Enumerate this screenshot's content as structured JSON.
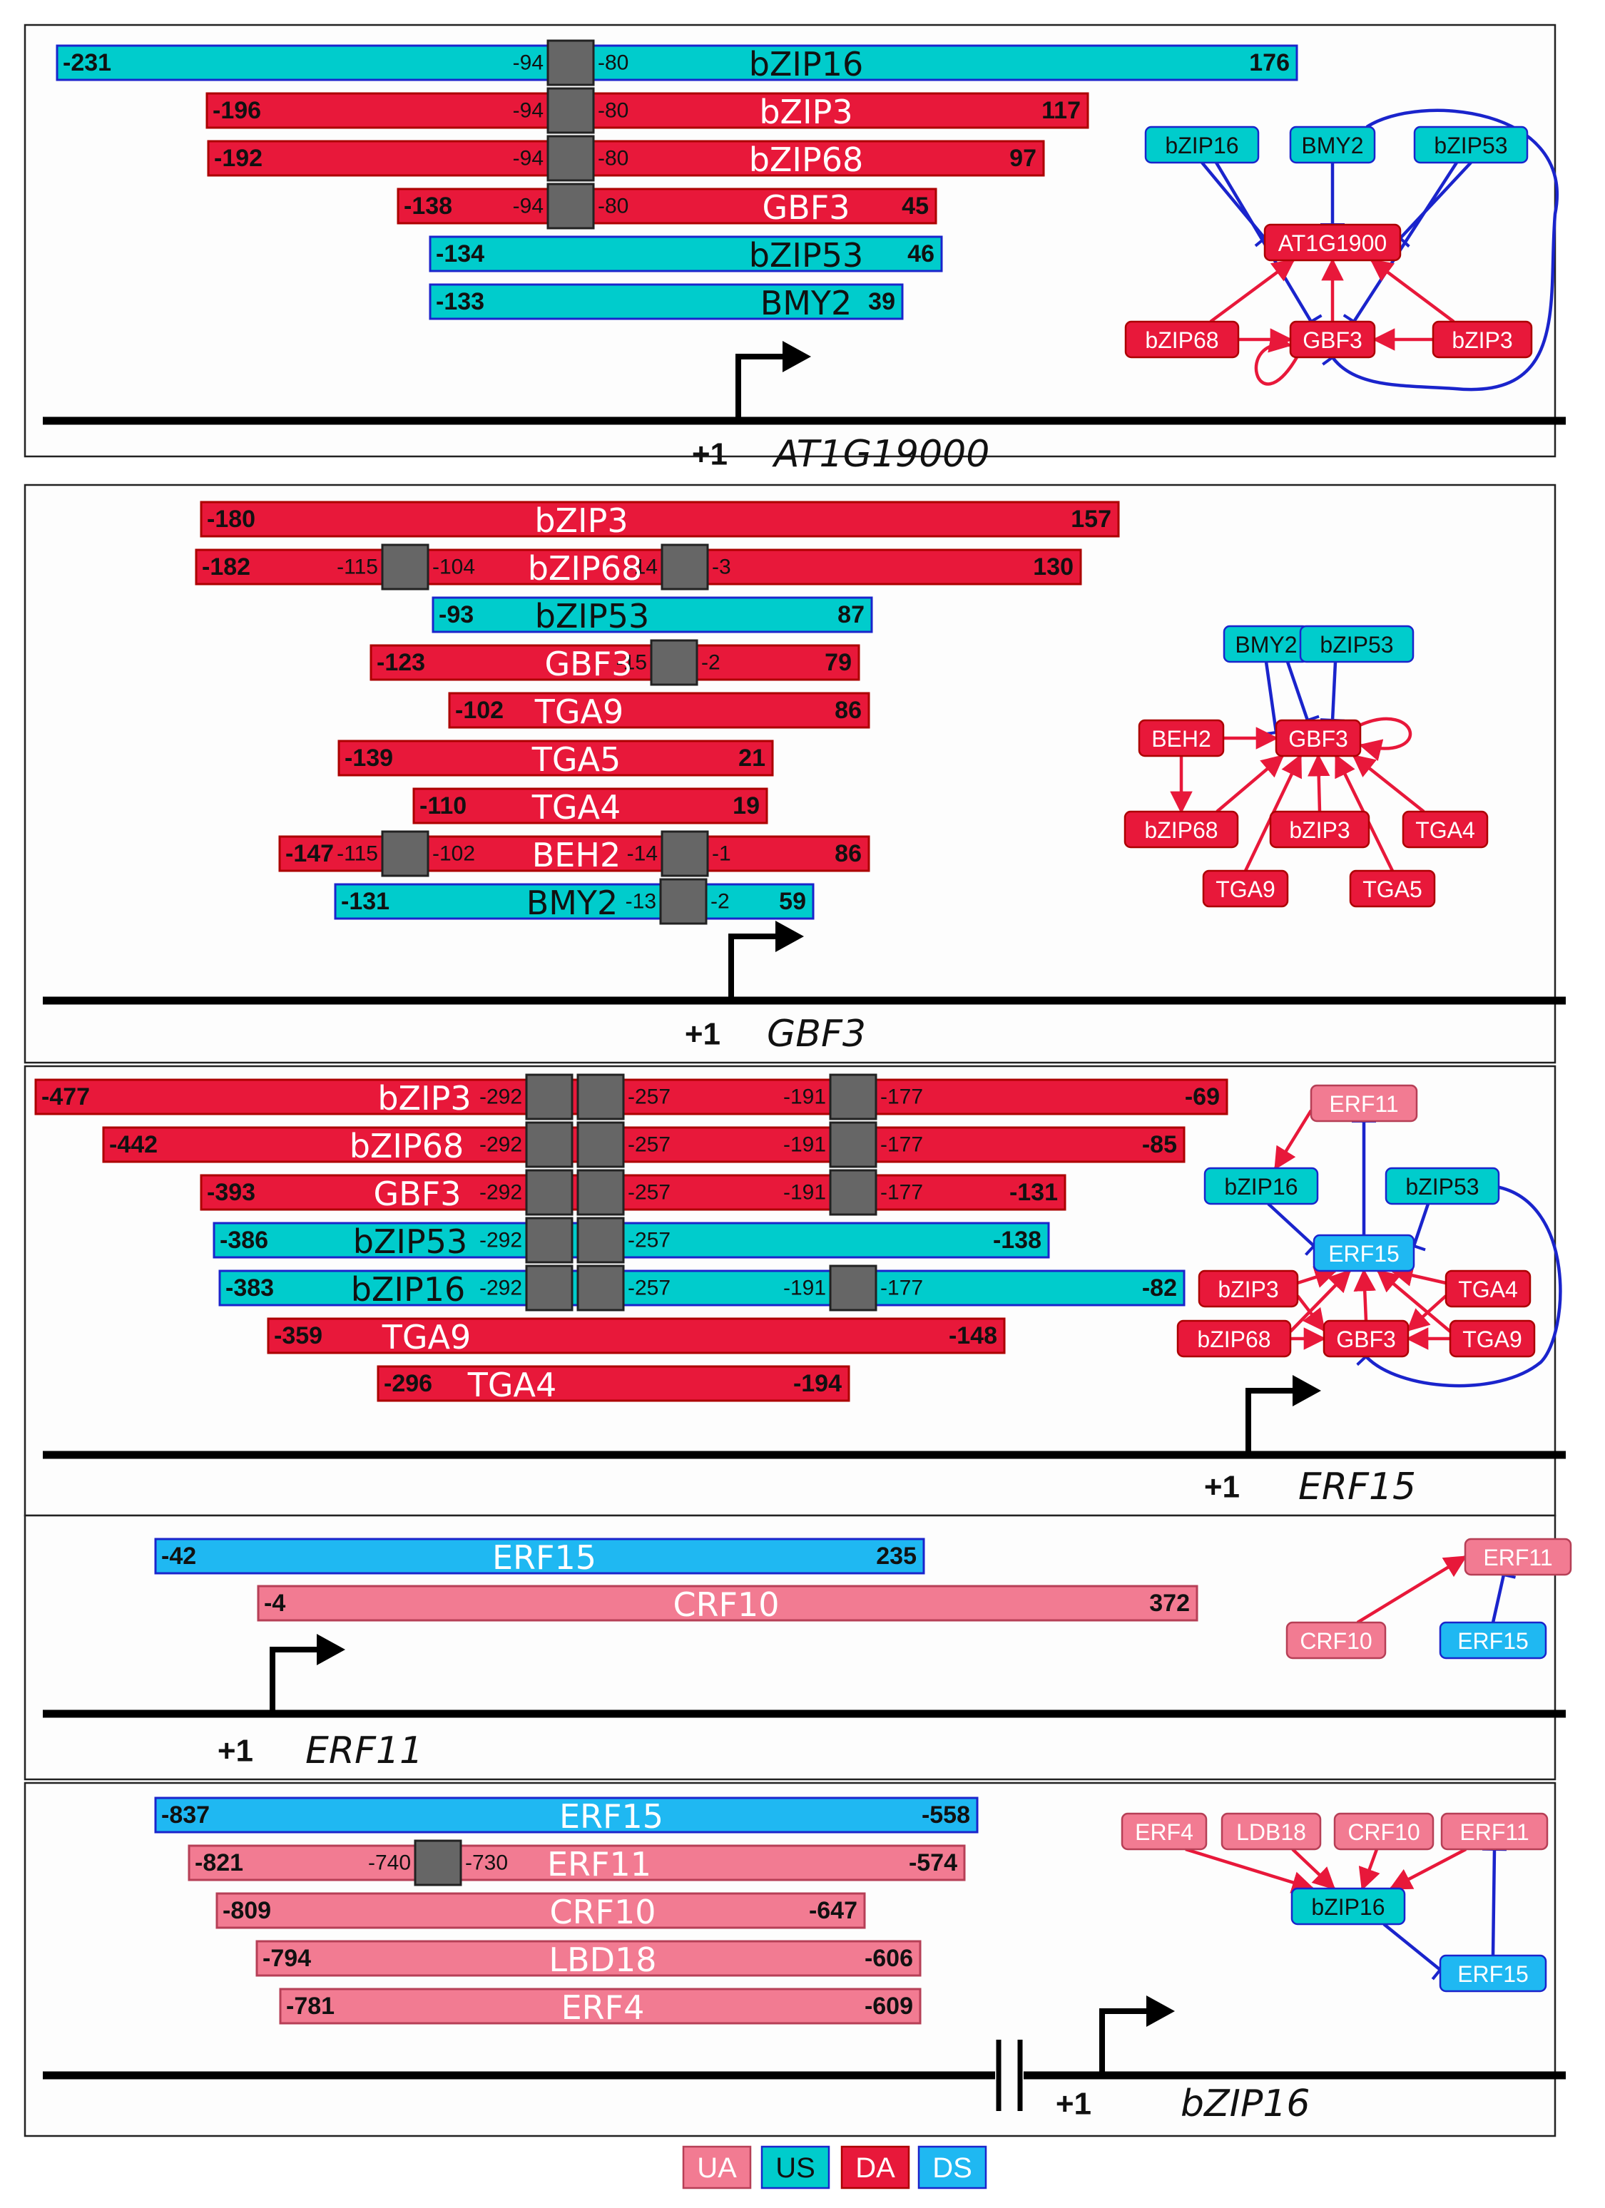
{
  "colors": {
    "UA": "#f27b92",
    "US": "#00cccc",
    "DA": "#e8183a",
    "DS": "#1fb8f2",
    "repress": "#1a24cc",
    "activate": "#e8183a",
    "site_box": "#666666"
  },
  "legend": [
    {
      "key": "UA",
      "label": "UA"
    },
    {
      "key": "US",
      "label": "US"
    },
    {
      "key": "DA",
      "label": "DA"
    },
    {
      "key": "DS",
      "label": "DS"
    }
  ],
  "panels": [
    {
      "gene": "AT1G19000",
      "plus_one": "+1",
      "bars": [
        {
          "tf": "bZIP16",
          "type": "US",
          "left": "-231",
          "right": "176",
          "sites": [
            {
              "l": "-94",
              "r": "-80"
            }
          ]
        },
        {
          "tf": "bZIP3",
          "type": "DA",
          "left": "-196",
          "right": "117",
          "sites": [
            {
              "l": "-94",
              "r": "-80"
            }
          ]
        },
        {
          "tf": "bZIP68",
          "type": "DA",
          "left": "-192",
          "right": "97",
          "sites": [
            {
              "l": "-94",
              "r": "-80"
            }
          ]
        },
        {
          "tf": "GBF3",
          "type": "DA",
          "left": "-138",
          "right": "45",
          "sites": [
            {
              "l": "-94",
              "r": "-80"
            }
          ]
        },
        {
          "tf": "bZIP53",
          "type": "US",
          "left": "-134",
          "right": "46",
          "sites": []
        },
        {
          "tf": "BMY2",
          "type": "US",
          "left": "-133",
          "right": "39",
          "sites": []
        }
      ],
      "network": {
        "nodes": [
          {
            "id": "n_bzip16",
            "label": "bZIP16",
            "type": "US"
          },
          {
            "id": "n_bmy2",
            "label": "BMY2",
            "type": "US"
          },
          {
            "id": "n_bzip53",
            "label": "bZIP53",
            "type": "US"
          },
          {
            "id": "n_at1g",
            "label": "AT1G1900",
            "type": "DA"
          },
          {
            "id": "n_bzip68",
            "label": "bZIP68",
            "type": "DA"
          },
          {
            "id": "n_gbf3",
            "label": "GBF3",
            "type": "DA"
          },
          {
            "id": "n_bzip3",
            "label": "bZIP3",
            "type": "DA"
          }
        ]
      }
    },
    {
      "gene": "GBF3",
      "plus_one": "+1",
      "bars": [
        {
          "tf": "bZIP3",
          "type": "DA",
          "left": "-180",
          "right": "157",
          "sites": []
        },
        {
          "tf": "bZIP68",
          "type": "DA",
          "left": "-182",
          "right": "130",
          "sites": [
            {
              "l": "-115",
              "r": "-104"
            },
            {
              "l": "-14",
              "r": "-3"
            }
          ]
        },
        {
          "tf": "bZIP53",
          "type": "US",
          "left": "-93",
          "right": "87",
          "sites": []
        },
        {
          "tf": "GBF3",
          "type": "DA",
          "left": "-123",
          "right": "79",
          "sites": [
            {
              "l": "-15",
              "r": "-2"
            }
          ]
        },
        {
          "tf": "TGA9",
          "type": "DA",
          "left": "-102",
          "right": "86",
          "sites": []
        },
        {
          "tf": "TGA5",
          "type": "DA",
          "left": "-139",
          "right": "21",
          "sites": []
        },
        {
          "tf": "TGA4",
          "type": "DA",
          "left": "-110",
          "right": "19",
          "sites": []
        },
        {
          "tf": "BEH2",
          "type": "DA",
          "left": "-147",
          "right": "86",
          "sites": [
            {
              "l": "-115",
              "r": "-102"
            },
            {
              "l": "-14",
              "r": "-1"
            }
          ]
        },
        {
          "tf": "BMY2",
          "type": "US",
          "left": "-131",
          "right": "59",
          "sites": [
            {
              "l": "-13",
              "r": "-2"
            }
          ]
        }
      ],
      "network": {
        "nodes": [
          {
            "id": "g_bmy2",
            "label": "BMY2",
            "type": "US"
          },
          {
            "id": "g_bzip53",
            "label": "bZIP53",
            "type": "US"
          },
          {
            "id": "g_beh2",
            "label": "BEH2",
            "type": "DA"
          },
          {
            "id": "g_gbf3",
            "label": "GBF3",
            "type": "DA"
          },
          {
            "id": "g_bzip68",
            "label": "bZIP68",
            "type": "DA"
          },
          {
            "id": "g_bzip3",
            "label": "bZIP3",
            "type": "DA"
          },
          {
            "id": "g_tga4",
            "label": "TGA4",
            "type": "DA"
          },
          {
            "id": "g_tga9",
            "label": "TGA9",
            "type": "DA"
          },
          {
            "id": "g_tga5",
            "label": "TGA5",
            "type": "DA"
          }
        ]
      }
    },
    {
      "gene": "ERF15",
      "plus_one": "+1",
      "bars": [
        {
          "tf": "bZIP3",
          "type": "DA",
          "left": "-477",
          "right": "-69",
          "sites": [
            {
              "l": "-292",
              "r": ""
            },
            {
              "l": "",
              "r": "-257"
            },
            {
              "l": "-191",
              "r": "-177"
            }
          ]
        },
        {
          "tf": "bZIP68",
          "type": "DA",
          "left": "-442",
          "right": "-85",
          "sites": [
            {
              "l": "-292",
              "r": ""
            },
            {
              "l": "",
              "r": "-257"
            },
            {
              "l": "-191",
              "r": "-177"
            }
          ]
        },
        {
          "tf": "GBF3",
          "type": "DA",
          "left": "-393",
          "right": "-131",
          "sites": [
            {
              "l": "-292",
              "r": ""
            },
            {
              "l": "",
              "r": "-257"
            },
            {
              "l": "-191",
              "r": "-177"
            }
          ]
        },
        {
          "tf": "bZIP53",
          "type": "US",
          "left": "-386",
          "right": "-138",
          "sites": [
            {
              "l": "-292",
              "r": ""
            },
            {
              "l": "",
              "r": "-257"
            }
          ]
        },
        {
          "tf": "bZIP16",
          "type": "US",
          "left": "-383",
          "right": "-82",
          "sites": [
            {
              "l": "-292",
              "r": ""
            },
            {
              "l": "",
              "r": "-257"
            },
            {
              "l": "-191",
              "r": "-177"
            }
          ]
        },
        {
          "tf": "TGA9",
          "type": "DA",
          "left": "-359",
          "right": "-148",
          "sites": []
        },
        {
          "tf": "TGA4",
          "type": "DA",
          "left": "-296",
          "right": "-194",
          "sites": []
        }
      ],
      "network": {
        "nodes": [
          {
            "id": "e_erf11",
            "label": "ERF11",
            "type": "UA"
          },
          {
            "id": "e_bzip16",
            "label": "bZIP16",
            "type": "US"
          },
          {
            "id": "e_bzip53",
            "label": "bZIP53",
            "type": "US"
          },
          {
            "id": "e_erf15",
            "label": "ERF15",
            "type": "DS"
          },
          {
            "id": "e_bzip3",
            "label": "bZIP3",
            "type": "DA"
          },
          {
            "id": "e_tga4",
            "label": "TGA4",
            "type": "DA"
          },
          {
            "id": "e_bzip68",
            "label": "bZIP68",
            "type": "DA"
          },
          {
            "id": "e_gbf3",
            "label": "GBF3",
            "type": "DA"
          },
          {
            "id": "e_tga9",
            "label": "TGA9",
            "type": "DA"
          }
        ]
      }
    },
    {
      "gene": "ERF11",
      "plus_one": "+1",
      "bars": [
        {
          "tf": "ERF15",
          "type": "DS",
          "left": "-42",
          "right": "235",
          "sites": []
        },
        {
          "tf": "CRF10",
          "type": "UA",
          "left": "-4",
          "right": "372",
          "sites": []
        }
      ],
      "network": {
        "nodes": [
          {
            "id": "f_erf11",
            "label": "ERF11",
            "type": "UA"
          },
          {
            "id": "f_crf10",
            "label": "CRF10",
            "type": "UA"
          },
          {
            "id": "f_erf15",
            "label": "ERF15",
            "type": "DS"
          }
        ]
      }
    },
    {
      "gene": "bZIP16",
      "plus_one": "+1",
      "bars": [
        {
          "tf": "ERF15",
          "type": "DS",
          "left": "-837",
          "right": "-558",
          "sites": []
        },
        {
          "tf": "ERF11",
          "type": "UA",
          "left": "-821",
          "right": "-574",
          "sites": [
            {
              "l": "-740",
              "r": "-730"
            }
          ]
        },
        {
          "tf": "CRF10",
          "type": "UA",
          "left": "-809",
          "right": "-647",
          "sites": []
        },
        {
          "tf": "LBD18",
          "type": "UA",
          "left": "-794",
          "right": "-606",
          "sites": []
        },
        {
          "tf": "ERF4",
          "type": "UA",
          "left": "-781",
          "right": "-609",
          "sites": []
        }
      ],
      "network": {
        "nodes": [
          {
            "id": "z_erf4",
            "label": "ERF4",
            "type": "UA"
          },
          {
            "id": "z_ldb18",
            "label": "LDB18",
            "type": "UA"
          },
          {
            "id": "z_crf10",
            "label": "CRF10",
            "type": "UA"
          },
          {
            "id": "z_erf11",
            "label": "ERF11",
            "type": "UA"
          },
          {
            "id": "z_bzip16",
            "label": "bZIP16",
            "type": "US"
          },
          {
            "id": "z_erf15",
            "label": "ERF15",
            "type": "DS"
          }
        ]
      }
    }
  ]
}
